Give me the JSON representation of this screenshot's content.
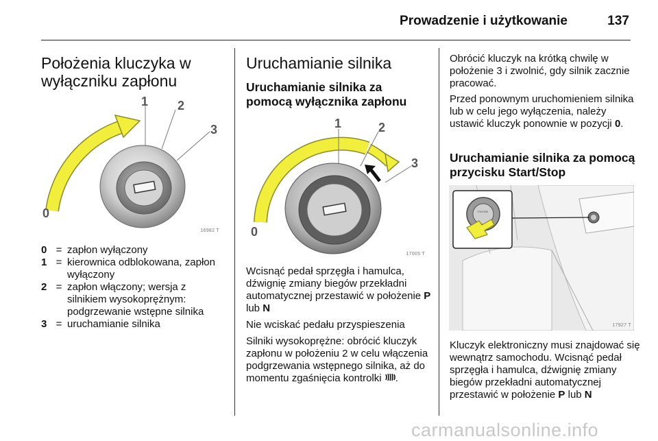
{
  "header": {
    "title": "Prowadzenie i użytkowanie",
    "page_number": "137"
  },
  "col1": {
    "heading": "Położenia kluczyka w wyłączniku zapłonu",
    "figure": {
      "ref": "16982 T",
      "callouts": [
        "0",
        "1",
        "2",
        "3"
      ]
    },
    "legend": [
      {
        "key": "0",
        "eq": "=",
        "text": "zapłon wyłączony"
      },
      {
        "key": "1",
        "eq": "=",
        "text": "kierownica odblokowana, zapłon wyłączony"
      },
      {
        "key": "2",
        "eq": "=",
        "text": "zapłon włączony; wersja z silnikiem wysokoprężnym: podgrzewanie wstępne silnika"
      },
      {
        "key": "3",
        "eq": "=",
        "text": "uruchamianie silnika"
      }
    ]
  },
  "col2": {
    "heading": "Uruchamianie silnika",
    "subheading": "Uruchamianie silnika za pomocą wyłącznika zapłonu",
    "figure": {
      "ref": "17005 T",
      "callouts": [
        "0",
        "1",
        "2",
        "3"
      ]
    },
    "para1_a": "Wcisnąć pedał sprzęgła i hamulca, dźwignię zmiany biegów przekładni automatycznej przestawić w położenie ",
    "para1_p": "P",
    "para1_lub": " lub ",
    "para1_n": "N",
    "para2": "Nie wciskać pedału przyspieszenia",
    "para3_a": "Silniki wysokoprężne: obrócić kluczyk zapłonu w położeniu 2 w celu włączenia podgrzewania wstępnego silnika, aż do momentu zgaśnięcia kontrolki ",
    "para3_icon": "glow-plug-icon",
    "para3_end": "."
  },
  "col3": {
    "para1": "Obrócić kluczyk na krótką chwilę w położenie 3 i zwolnić, gdy silnik zacznie pracować.",
    "para2_a": "Przed ponownym uruchomieniem silnika lub w celu jego wyłączenia, należy ustawić kluczyk ponownie w pozycji ",
    "para2_zero": "0",
    "para2_end": ".",
    "subheading": "Uruchamianie silnika za pomocą przycisku Start/Stop",
    "figure": {
      "ref": "17927 T"
    },
    "para3_a": "Kluczyk elektroniczny musi znajdować się wewnątrz samochodu. Wcisnąć pedał sprzęgła i hamulca, dźwignię zmiany biegów przekładni automatycznej przestawić w położenie ",
    "para3_p": "P",
    "para3_lub": " lub ",
    "para3_n": "N"
  },
  "watermark": "carmanualsonline.info",
  "colors": {
    "arrow_yellow": "#f2ee3c",
    "arrow_outline": "#8a8a2a",
    "text": "#111111",
    "watermark": "#c8c8c8"
  }
}
